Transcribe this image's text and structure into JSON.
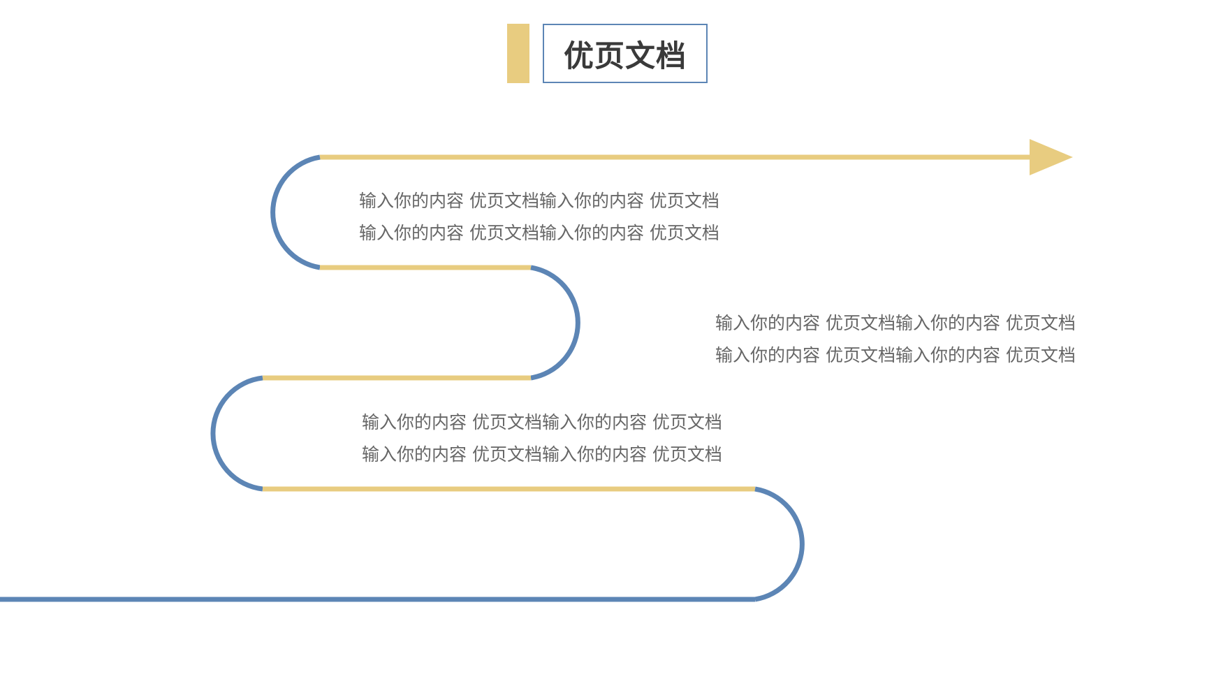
{
  "title": "优页文档",
  "colors": {
    "accent_yellow": "#e8cc80",
    "accent_blue": "#5c85b5",
    "text_gray": "#666666",
    "title_dark": "#3a3a3a"
  },
  "text_blocks": [
    {
      "lines": [
        "输入你的内容 优页文档输入你的内容 优页文档",
        "输入你的内容 优页文档输入你的内容 优页文档"
      ]
    },
    {
      "lines": [
        "输入你的内容 优页文档输入你的内容 优页文档",
        "输入你的内容 优页文档输入你的内容 优页文档"
      ]
    },
    {
      "lines": [
        "输入你的内容 优页文档输入你的内容 优页文档",
        "输入你的内容 优页文档输入你的内容 优页文档"
      ]
    }
  ]
}
